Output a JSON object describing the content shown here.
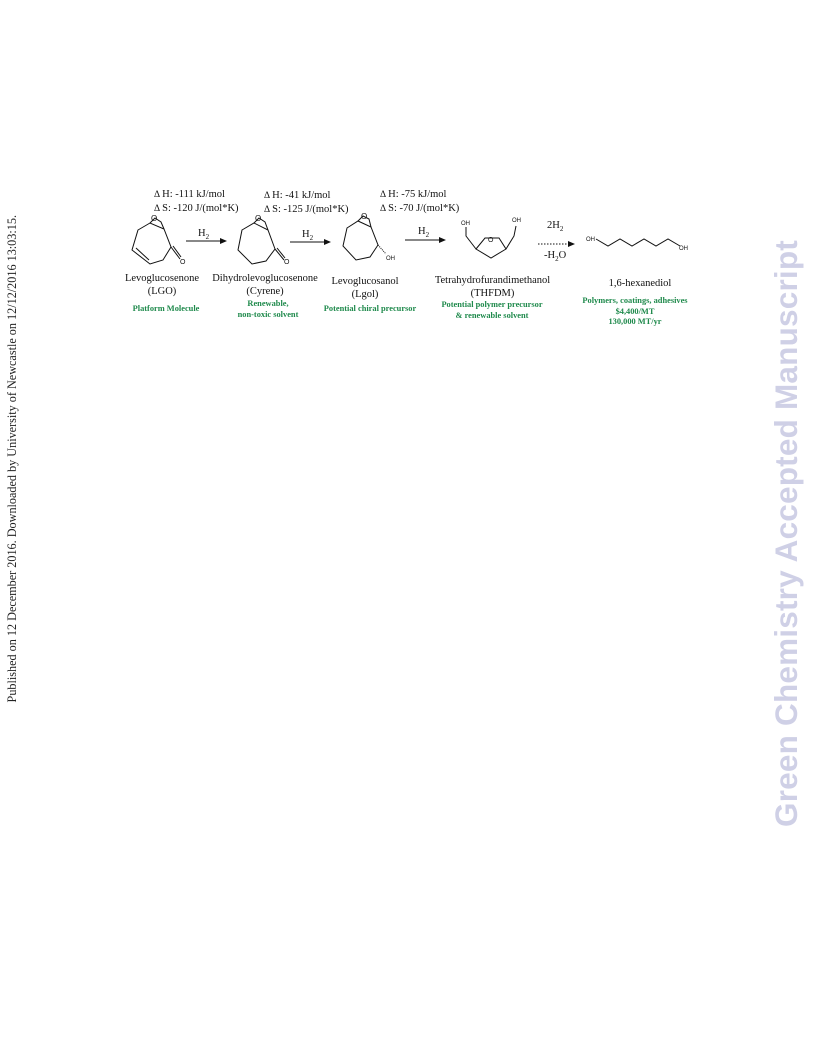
{
  "side_note": "Published on 12 December 2016. Downloaded by University of Newcastle on 12/12/2016 13:03:15.",
  "watermark": "Green Chemistry Accepted Manuscript",
  "atoms": {
    "O": "O",
    "OH": "OH"
  },
  "delta_symbol": "Δ",
  "thermo": [
    {
      "dH": "H: -111 kJ/mol",
      "dS": "S: -120 J/(mol*K)"
    },
    {
      "dH": "H: -41 kJ/mol",
      "dS": "S: -125 J/(mol*K)"
    },
    {
      "dH": "H: -75 kJ/mol",
      "dS": "S: -70 J/(mol*K)"
    }
  ],
  "reagents": {
    "step1": {
      "base": "H",
      "sub": "2"
    },
    "step2": {
      "base": "H",
      "sub": "2"
    },
    "step3": {
      "base": "H",
      "sub": "2"
    },
    "step4_top": {
      "coef": "2H",
      "sub": "2"
    },
    "step4_bottom": {
      "base": "-H",
      "sub": "2",
      "tail": "O"
    }
  },
  "compounds": [
    {
      "name": "Levoglucosenone",
      "abbr": "(LGO)",
      "application": [
        "Platform Molecule"
      ]
    },
    {
      "name": "Dihydrolevoglucosenone",
      "abbr": "(Cyrene)",
      "application": [
        "Renewable,",
        "non-toxic solvent"
      ]
    },
    {
      "name": "Levoglucosanol",
      "abbr": "(Lgol)",
      "application": [
        "Potential chiral precursor"
      ]
    },
    {
      "name": "Tetrahydrofurandimethanol",
      "abbr": "(THFDM)",
      "application": [
        "Potential polymer precursor",
        "& renewable solvent"
      ]
    },
    {
      "name": "1,6-hexanediol",
      "abbr": "",
      "application": [
        "Polymers, coatings, adhesives",
        "$4,400/MT",
        "130,000 MT/yr"
      ]
    }
  ],
  "colors": {
    "application_text": "#1f8a4c",
    "watermark": "#cfd0e6"
  }
}
